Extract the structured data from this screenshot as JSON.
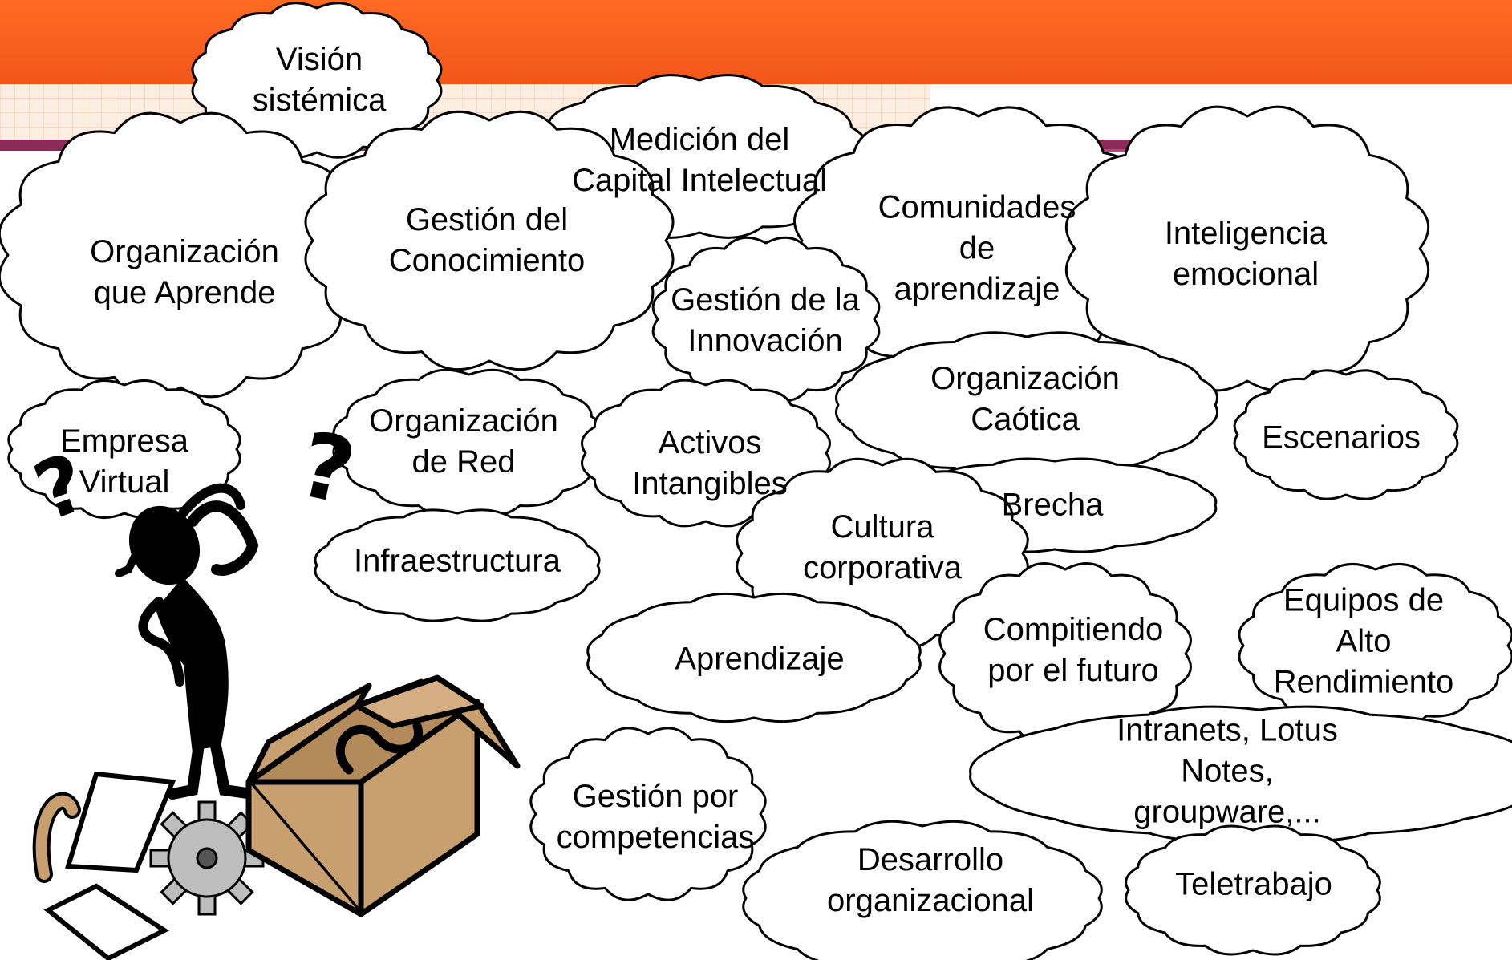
{
  "colors": {
    "banner": "#f2561a",
    "banner_stripe": "#8c2a5a",
    "cloud_fill": "#ffffff",
    "cloud_stroke": "#000000",
    "box": "#c8a070",
    "figure": "#000000",
    "gear": "#bdbdbd"
  },
  "icons": [
    "thinking-person-silhouette",
    "cardboard-box-with-question-mark",
    "question-mark-icon",
    "cane-icon",
    "paper-sheet-icon",
    "gear-icon"
  ],
  "clouds": [
    {
      "id": "vision-sistemica",
      "text": "Visión\nsistémica"
    },
    {
      "id": "medicion-capital-intelectual",
      "text": "Medición del\nCapital Intelectual"
    },
    {
      "id": "organizacion-que-aprende",
      "text": "Organización\nque Aprende"
    },
    {
      "id": "gestion-del-conocimiento",
      "text": "Gestión del\nConocimiento"
    },
    {
      "id": "comunidades-de-aprendizaje",
      "text": "Comunidades\nde\naprendizaje"
    },
    {
      "id": "inteligencia-emocional",
      "text": "Inteligencia\nemocional"
    },
    {
      "id": "gestion-de-la-innovacion",
      "text": "Gestión de la\nInnovación"
    },
    {
      "id": "organizacion-caotica",
      "text": "Organización\nCaótica"
    },
    {
      "id": "escenarios",
      "text": "Escenarios"
    },
    {
      "id": "empresa-virtual",
      "text": "Empresa\nVirtual"
    },
    {
      "id": "organizacion-de-red",
      "text": "Organización\nde Red"
    },
    {
      "id": "activos-intangibles",
      "text": "Activos\nIntangibles"
    },
    {
      "id": "brecha",
      "text": "Brecha"
    },
    {
      "id": "cultura-corporativa",
      "text": "Cultura\ncorporativa"
    },
    {
      "id": "infraestructura",
      "text": "Infraestructura"
    },
    {
      "id": "compitiendo-por-el-futuro",
      "text": "Compitiendo\npor el futuro"
    },
    {
      "id": "equipos-de-alto-rendimiento",
      "text": "Equipos de Alto\nRendimiento"
    },
    {
      "id": "aprendizaje",
      "text": "Aprendizaje"
    },
    {
      "id": "intranets",
      "text": "Intranets, Lotus\nNotes, groupware,..."
    },
    {
      "id": "gestion-por-competencias",
      "text": "Gestión por\ncompetencias"
    },
    {
      "id": "desarrollo-organizacional",
      "text": "Desarrollo\norganizacional"
    },
    {
      "id": "teletrabajo",
      "text": "Teletrabajo"
    }
  ]
}
